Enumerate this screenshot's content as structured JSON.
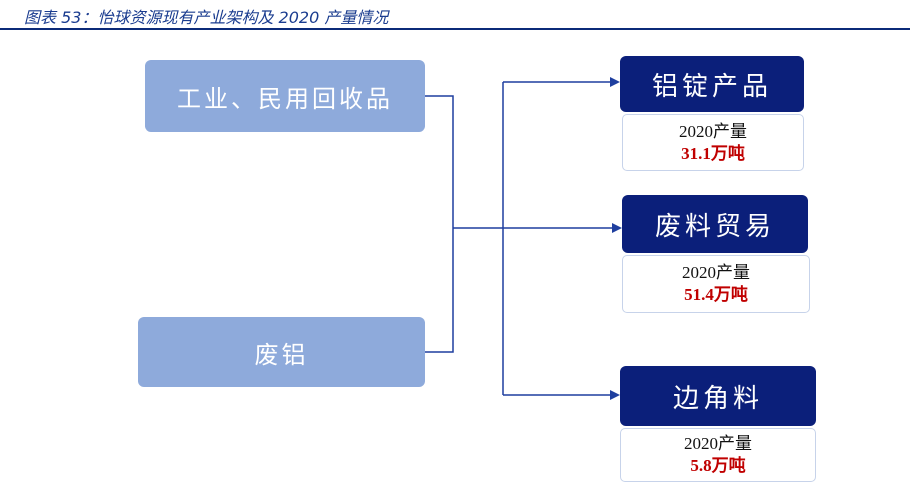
{
  "caption": "图表 53：怡球资源现有产业架构及 2020 产量情况",
  "sources": [
    {
      "label": "工业、民用回收品"
    },
    {
      "label": "废铝"
    }
  ],
  "products": [
    {
      "label": "铝锭产品",
      "year_label": "2020产量",
      "output": "31.1万吨"
    },
    {
      "label": "废料贸易",
      "year_label": "2020产量",
      "output": "51.4万吨"
    },
    {
      "label": "边角料",
      "year_label": "2020产量",
      "output": "5.8万吨"
    }
  ],
  "colors": {
    "source_box": "#8eaadb",
    "product_box": "#0b1f7a",
    "connector": "#1f3f9f",
    "output_value": "#c00000"
  }
}
